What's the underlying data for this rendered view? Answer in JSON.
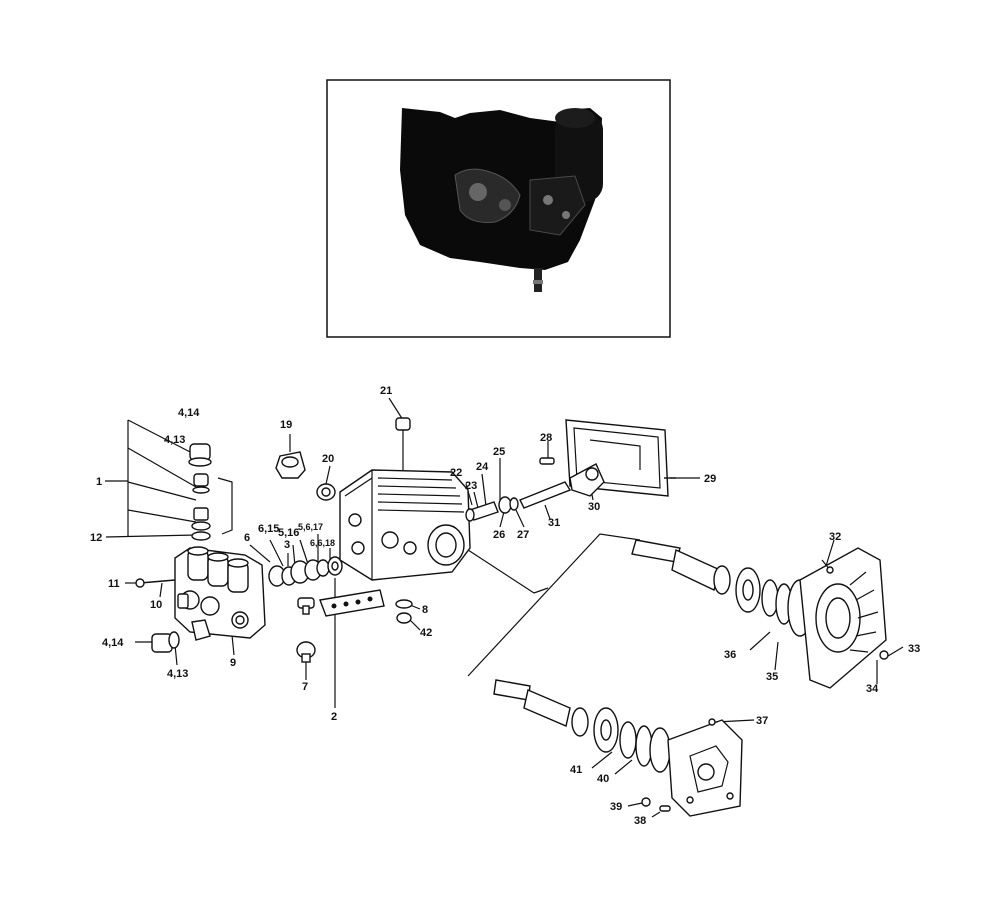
{
  "photo": {
    "description_color": "#000000"
  },
  "callouts": {
    "c1": "1",
    "c2": "2",
    "c4_14a": "4,14",
    "c4_13a": "4,13",
    "c4_14b": "4,14",
    "c4_13b": "4,13",
    "c5_16": "5,16",
    "c5_6_17": "5,6,17",
    "c6": "6",
    "c6_15": "6,15",
    "c3": "3",
    "c6_6_18": "6,6,18",
    "c7": "7",
    "c8": "8",
    "c9": "9",
    "c10": "10",
    "c11": "11",
    "c12": "12",
    "c19": "19",
    "c20": "20",
    "c21": "21",
    "c22": "22",
    "c23": "23",
    "c24": "24",
    "c25": "25",
    "c26": "26",
    "c27": "27",
    "c28": "28",
    "c29": "29",
    "c30": "30",
    "c31": "31",
    "c32": "32",
    "c33": "33",
    "c34": "34",
    "c35": "35",
    "c36": "36",
    "c37": "37",
    "c38": "38",
    "c39": "39",
    "c40": "40",
    "c41": "41",
    "c42": "42"
  }
}
